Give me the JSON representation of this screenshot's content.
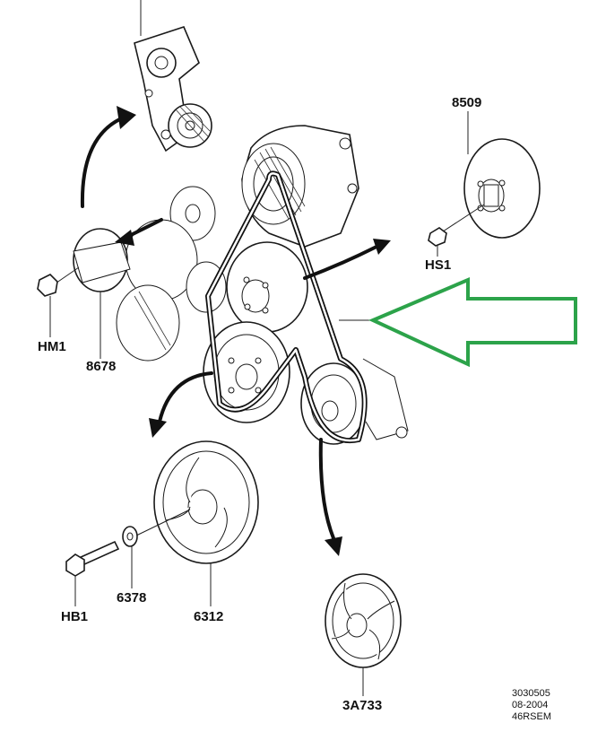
{
  "callouts": {
    "part_8509": "8509",
    "hs1": "HS1",
    "hm1": "HM1",
    "part_8678": "8678",
    "hb1": "HB1",
    "part_6378": "6378",
    "part_6312": "6312",
    "part_3a733": "3A733"
  },
  "footer": {
    "drawing_number": "3030505",
    "date": "08-2004",
    "code": "46RSEM"
  },
  "colors": {
    "highlight_arrow": "#2ca34a",
    "line": "#1a1a1a"
  }
}
